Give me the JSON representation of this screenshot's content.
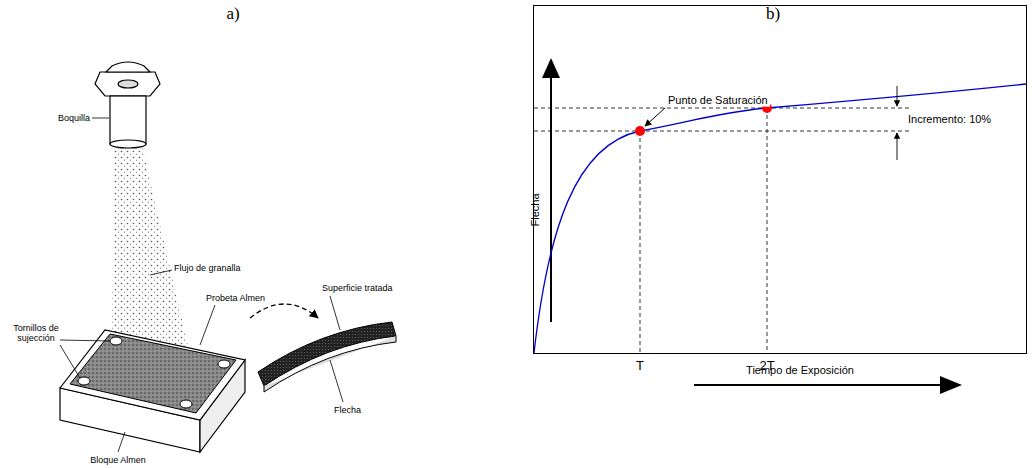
{
  "diagram": {
    "labels": [
      "a)",
      "b)",
      "Boquilla",
      "Flujo de granalla",
      "Probeta Almen",
      "Superficie tratada",
      "Tornillos de sujección",
      "Flecha",
      "Bloque Almen",
      "Punto de Saturación",
      "Incremento: 10%",
      "Flecha",
      "T",
      "2T",
      "Tiempo de Exposición"
    ]
  }
}
